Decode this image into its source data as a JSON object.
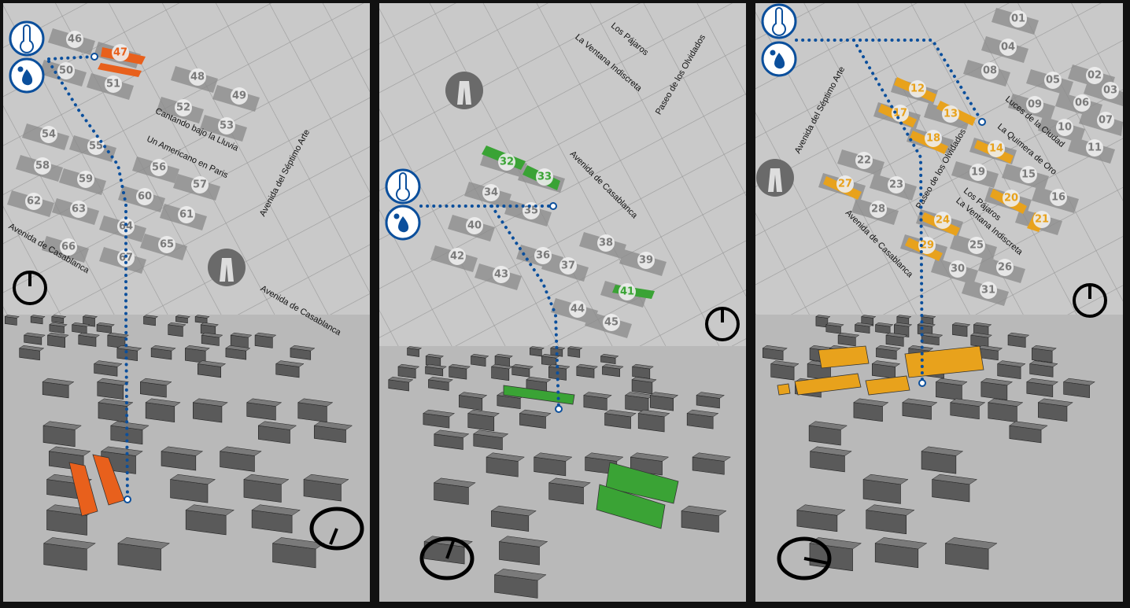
{
  "colors": {
    "background": "#111111",
    "map": "#c9c9c9",
    "block": "#8a8a8a",
    "route": "#0b4f9c",
    "highlight_orange": "#e8601c",
    "highlight_green": "#3aa335",
    "highlight_yellow": "#e8a21c"
  },
  "icons": [
    "thermometer-icon",
    "water-drop-icon",
    "sun-clock-icon",
    "monument-icon"
  ],
  "panels": [
    {
      "highlight_color": "#e8601c",
      "markers": [
        {
          "label": "46"
        },
        {
          "label": "47",
          "hl": true
        },
        {
          "label": "50"
        },
        {
          "label": "51"
        },
        {
          "label": "48"
        },
        {
          "label": "49"
        },
        {
          "label": "52"
        },
        {
          "label": "53"
        },
        {
          "label": "54"
        },
        {
          "label": "55"
        },
        {
          "label": "58"
        },
        {
          "label": "59"
        },
        {
          "label": "56"
        },
        {
          "label": "57"
        },
        {
          "label": "60"
        },
        {
          "label": "61"
        },
        {
          "label": "62"
        },
        {
          "label": "63"
        },
        {
          "label": "64"
        },
        {
          "label": "65"
        },
        {
          "label": "66"
        },
        {
          "label": "67"
        }
      ],
      "streets": [
        "Cantando bajo la Lluvia",
        "Un Americano en Paris",
        "Avenida del Séptimo Arte",
        "Avenida de Casablanca",
        "Avenida de Casablanca"
      ]
    },
    {
      "highlight_color": "#3aa335",
      "markers": [
        {
          "label": "32",
          "hl": true
        },
        {
          "label": "33",
          "hl": true
        },
        {
          "label": "34"
        },
        {
          "label": "35"
        },
        {
          "label": "40"
        },
        {
          "label": "42"
        },
        {
          "label": "43"
        },
        {
          "label": "36"
        },
        {
          "label": "37"
        },
        {
          "label": "38"
        },
        {
          "label": "39"
        },
        {
          "label": "41",
          "hl": true
        },
        {
          "label": "44"
        },
        {
          "label": "45"
        }
      ],
      "streets": [
        "Los Pájaros",
        "La Ventana Indiscreta",
        "Paseo de los Olvidados",
        "Avenida de Casablanca"
      ]
    },
    {
      "highlight_color": "#e8a21c",
      "markers": [
        {
          "label": "01"
        },
        {
          "label": "04"
        },
        {
          "label": "08"
        },
        {
          "label": "05"
        },
        {
          "label": "02"
        },
        {
          "label": "03"
        },
        {
          "label": "09"
        },
        {
          "label": "06"
        },
        {
          "label": "07"
        },
        {
          "label": "10"
        },
        {
          "label": "11"
        },
        {
          "label": "12",
          "hl": true
        },
        {
          "label": "13",
          "hl": true
        },
        {
          "label": "17",
          "hl": true
        },
        {
          "label": "18",
          "hl": true
        },
        {
          "label": "14",
          "hl": true
        },
        {
          "label": "15"
        },
        {
          "label": "19"
        },
        {
          "label": "16"
        },
        {
          "label": "20",
          "hl": true
        },
        {
          "label": "21",
          "hl": true
        },
        {
          "label": "22"
        },
        {
          "label": "23"
        },
        {
          "label": "27",
          "hl": true
        },
        {
          "label": "28"
        },
        {
          "label": "24",
          "hl": true
        },
        {
          "label": "25"
        },
        {
          "label": "29",
          "hl": true
        },
        {
          "label": "26"
        },
        {
          "label": "30"
        },
        {
          "label": "31"
        }
      ],
      "streets": [
        "Avenida del Séptimo Arte",
        "Luces de la Ciudad",
        "La Quimera de Oro",
        "Paseo de los Olvidados",
        "Los Pájaros",
        "La Ventana Indiscreta",
        "Avenida de Casablanca"
      ]
    }
  ]
}
